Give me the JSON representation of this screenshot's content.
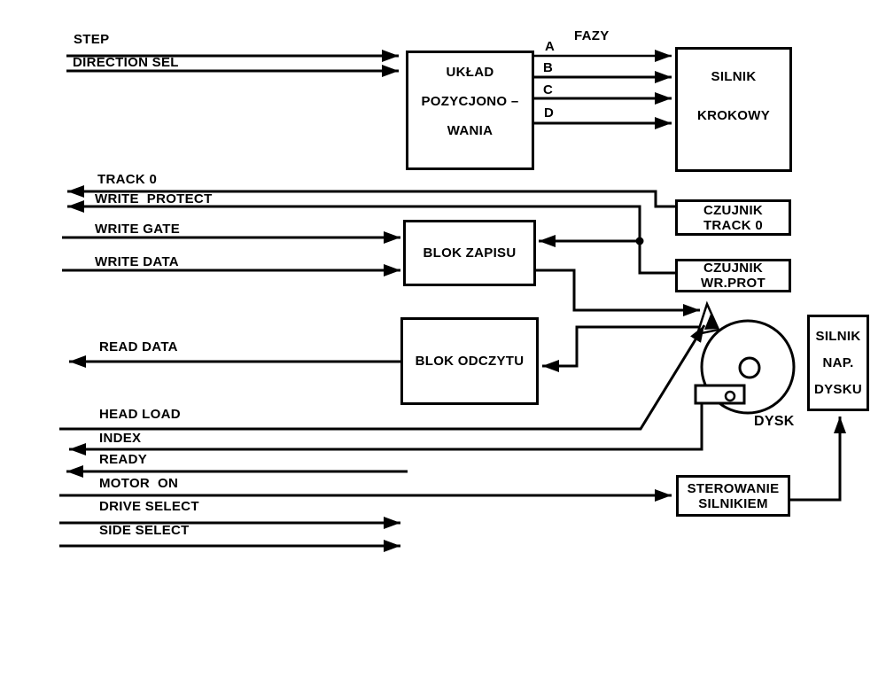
{
  "colors": {
    "ink": "#000000",
    "paper": "#ffffff"
  },
  "signals": {
    "step": "STEP",
    "direction_sel": "DIRECTION SEL",
    "track_0": "TRACK 0",
    "write_protect": "WRITE  PROTECT",
    "write_gate": "WRITE GATE",
    "write_data": "WRITE DATA",
    "read_data": "READ DATA",
    "head_load": "HEAD LOAD",
    "index": "INDEX",
    "ready": "READY",
    "motor_on": "MOTOR  ON",
    "drive_select": "DRIVE SELECT",
    "side_select": "SIDE SELECT"
  },
  "phases": {
    "group_label": "FAZY",
    "a": "A",
    "b": "B",
    "c": "C",
    "d": "D"
  },
  "blocks": {
    "positioning_unit": {
      "line1": "UKŁAD",
      "line2": "POZYCJONO –",
      "line3": "WANIA"
    },
    "stepper_motor": {
      "line1": "SILNIK",
      "line2": "KROKOWY"
    },
    "track0_sensor": {
      "line1": "CZUJNIK",
      "line2": "TRACK 0"
    },
    "write_protect_sensor": {
      "line1": "CZUJNIK",
      "line2": "WR.PROT"
    },
    "write_block": {
      "line1": "BLOK ZAPISU"
    },
    "read_block": {
      "line1": "BLOK ODCZYTU"
    },
    "motor_control": {
      "line1": "STEROWANIE",
      "line2": "SILNIKIEM"
    },
    "disk_drive_motor": {
      "line1": "SILNIK",
      "line2": "NAP.",
      "line3": "DYSKU"
    }
  },
  "disk": {
    "label": "DYSK"
  }
}
